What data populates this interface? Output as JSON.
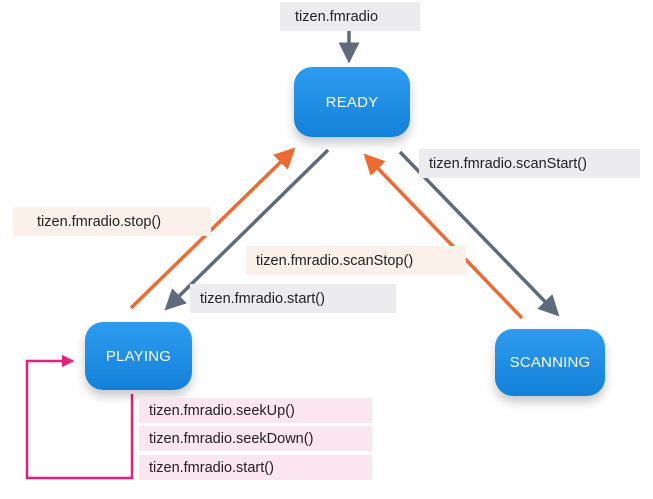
{
  "states": {
    "ready": "READY",
    "playing": "PLAYING",
    "scanning": "SCANNING"
  },
  "transitions": {
    "initial": "tizen.fmradio",
    "stop": "tizen.fmradio.stop()",
    "start": "tizen.fmradio.start()",
    "scan_start": "tizen.fmradio.scanStart()",
    "scan_stop": "tizen.fmradio.scanStop()",
    "seek_up": "tizen.fmradio.seekUp()",
    "seek_down": "tizen.fmradio.seekDown()",
    "self_start": "tizen.fmradio.start()"
  },
  "colors": {
    "state_fill": "#1e8de3",
    "forward_arrow": "#5f6b7c",
    "return_arrow": "#ee6a33",
    "self_loop_arrow": "#e0217f",
    "gray_label_bg": "#ececee",
    "peach_label_bg": "#fbf0ea",
    "pink_label_bg": "#fbe5ef"
  }
}
